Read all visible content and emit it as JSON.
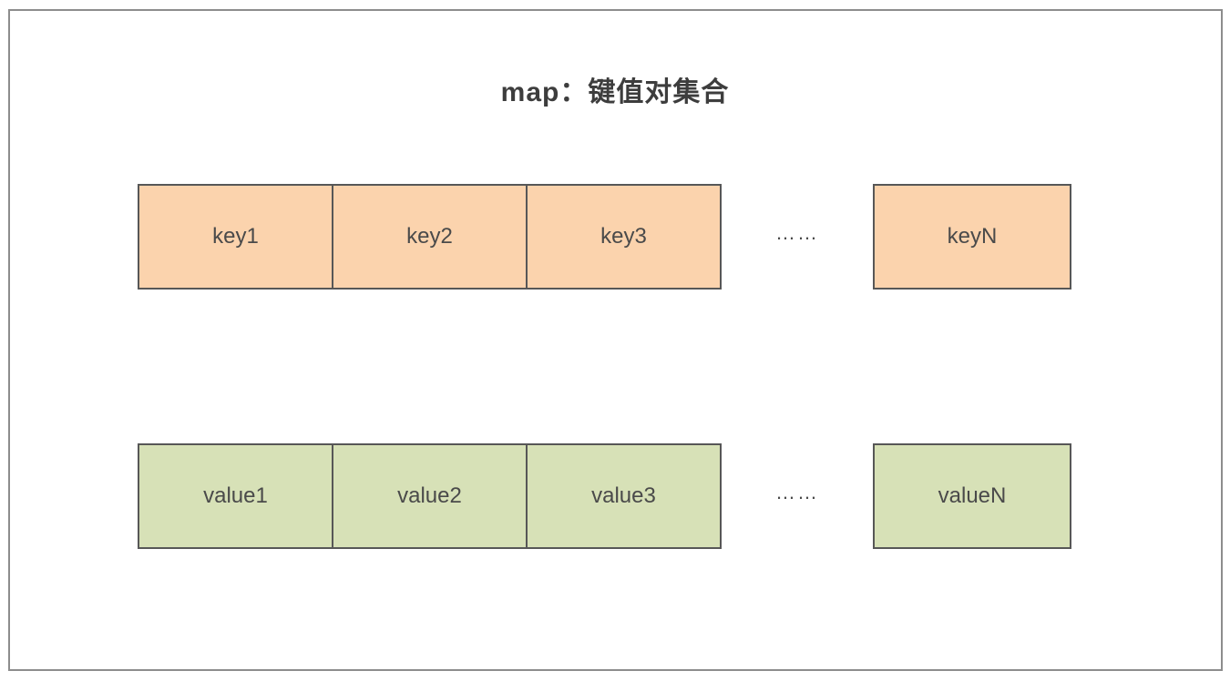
{
  "title": "map：键值对集合",
  "diagram": {
    "key_row": {
      "cells": [
        "key1",
        "key2",
        "key3"
      ],
      "ellipsis": "……",
      "last_cell": "keyN",
      "fill": "#fbd3ad"
    },
    "value_row": {
      "cells": [
        "value1",
        "value2",
        "value3"
      ],
      "ellipsis": "……",
      "last_cell": "valueN",
      "fill": "#d7e1b7"
    },
    "colors": {
      "box_border": "#575757",
      "text": "#4a4a4a",
      "title_text": "#3d3d3d",
      "frame_border": "#8d8d8d"
    }
  }
}
